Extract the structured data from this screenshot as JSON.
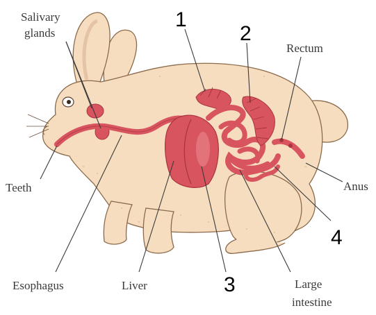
{
  "labels": {
    "salivary_line1": "Salivary",
    "salivary_line2": "glands",
    "rectum": "Rectum",
    "teeth": "Teeth",
    "anus": "Anus",
    "esophagus": "Esophagus",
    "liver": "Liver",
    "large_intestine_line1": "Large",
    "large_intestine_line2": "intestine"
  },
  "numbers": {
    "n1": "1",
    "n2": "2",
    "n3": "3",
    "n4": "4"
  },
  "colors": {
    "rabbit_fur": "#f6ddc0",
    "rabbit_outline": "#8a6a4a",
    "organ": "#d8545e",
    "organ_dark": "#a83440",
    "organ_light": "#e98990"
  }
}
